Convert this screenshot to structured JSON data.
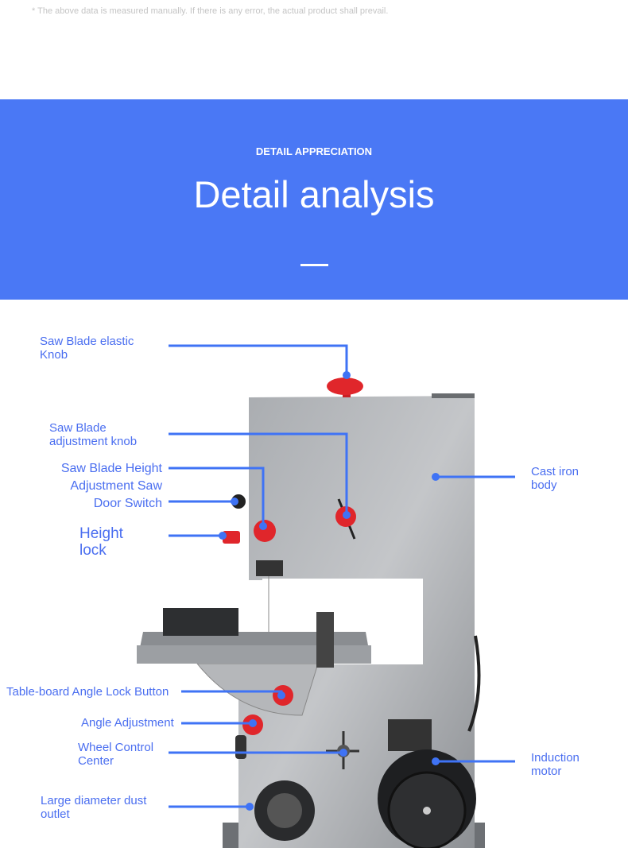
{
  "note": "* The above data is measured manually. If there is any error, the actual product shall prevail.",
  "banner": {
    "kicker": "DETAIL APPRECIATION",
    "title": "Detail analysis"
  },
  "colors": {
    "banner": "#4a78f5",
    "label": "#4a6ef0",
    "leader": "#3f73f5",
    "knob": "#e0262b"
  },
  "labels": {
    "elastic_knob": [
      "Saw Blade elastic",
      "Knob"
    ],
    "adjust_knob": [
      "Saw Blade",
      "adjustment knob"
    ],
    "height_adjust": [
      "Saw Blade Height",
      "Adjustment Saw",
      "Door Switch"
    ],
    "height_lock": [
      "Height",
      "lock"
    ],
    "cast_iron": [
      "Cast iron",
      "body"
    ],
    "angle_lock": "Table-board Angle Lock Button",
    "angle_adjust": "Angle Adjustment",
    "wheel_control": [
      "Wheel Control",
      "Center"
    ],
    "motor": [
      "Induction",
      "motor"
    ],
    "dust_outlet": [
      "Large diameter dust",
      "outlet"
    ]
  }
}
